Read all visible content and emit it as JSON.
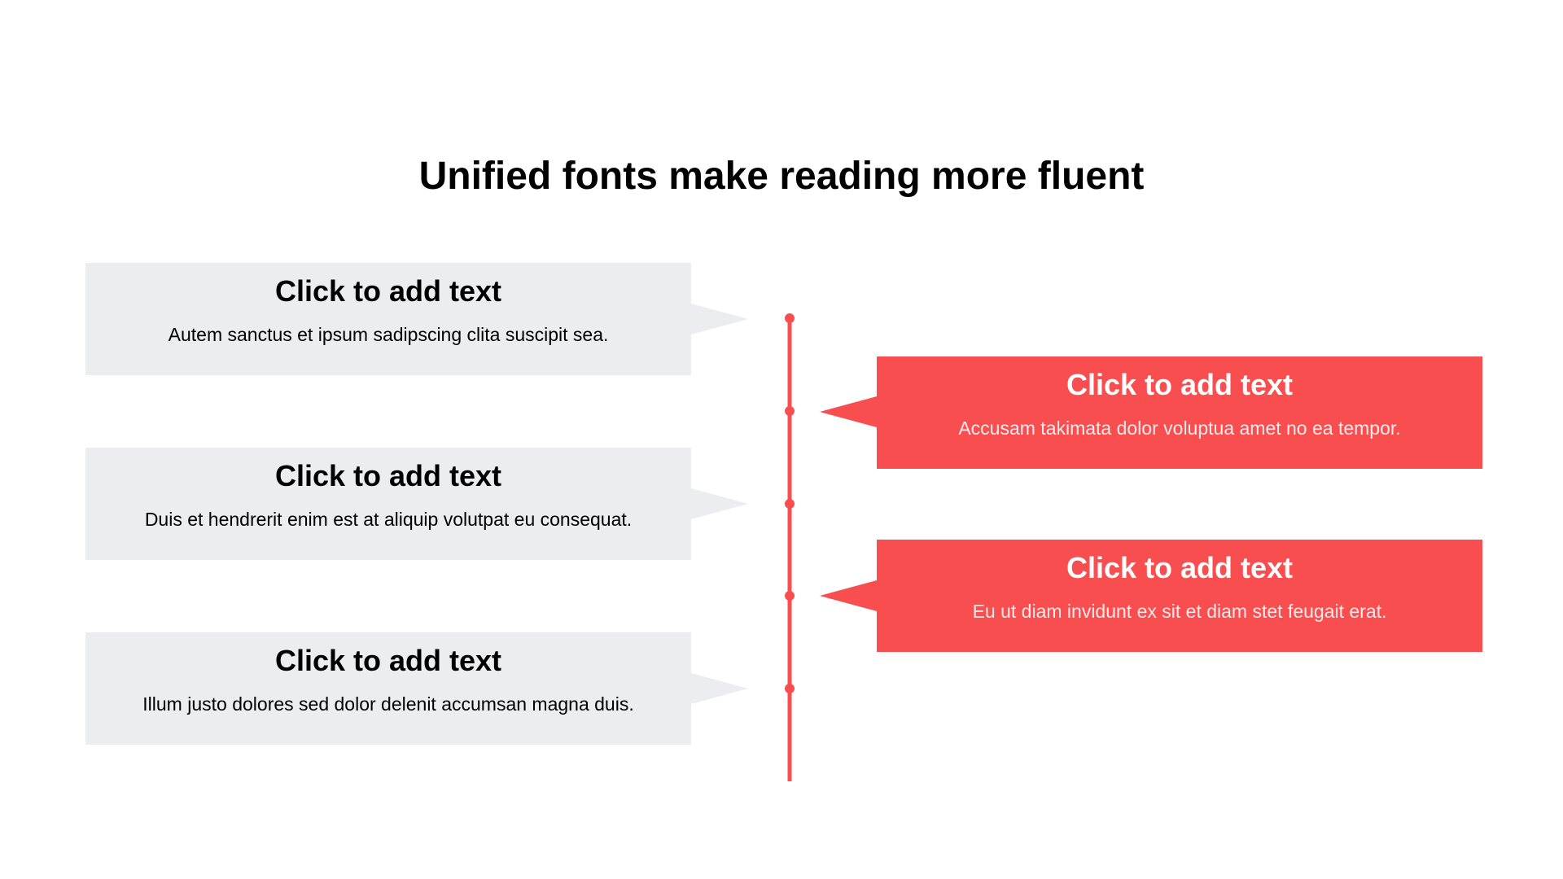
{
  "title": "Unified fonts make reading more fluent",
  "colors": {
    "accent": "#f84e50",
    "card_gray": "#ecedee",
    "text_dark": "#000000",
    "text_light": "#ffffff"
  },
  "left_items": [
    {
      "heading": "Click to add text",
      "body": "Autem sanctus et ipsum sadipscing clita suscipit sea."
    },
    {
      "heading": "Click to add text",
      "body": "Duis et hendrerit enim est at aliquip volutpat eu consequat."
    },
    {
      "heading": "Click to add text",
      "body": "Illum justo dolores sed dolor delenit accumsan magna duis."
    }
  ],
  "right_items": [
    {
      "heading": "Click to add text",
      "body": "Accusam takimata dolor voluptua amet no ea tempor."
    },
    {
      "heading": "Click to add text",
      "body": "Eu ut diam invidunt ex sit et diam stet feugait erat."
    }
  ]
}
